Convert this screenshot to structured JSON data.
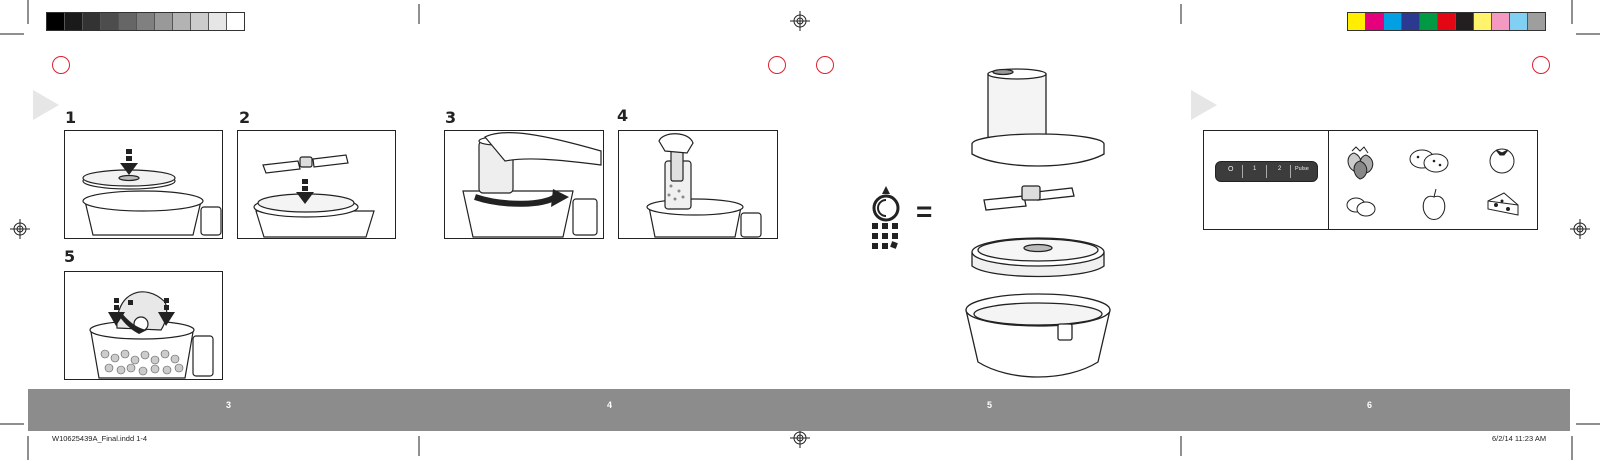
{
  "print_marks": {
    "grayscale_swatches": [
      "#000000",
      "#1a1a1a",
      "#333333",
      "#4d4d4d",
      "#666666",
      "#808080",
      "#999999",
      "#b3b3b3",
      "#cccccc",
      "#e6e6e6",
      "#ffffff"
    ],
    "color_swatches": [
      "#ffee00",
      "#e6007e",
      "#00a0e3",
      "#2b3990",
      "#009a44",
      "#e30613",
      "#231f20",
      "#fff36b",
      "#f49ac1",
      "#7fd0f2",
      "#9e9e9e"
    ],
    "accent_red": "#e02030"
  },
  "steps": [
    {
      "label": "1"
    },
    {
      "label": "2"
    },
    {
      "label": "3"
    },
    {
      "label": "4"
    },
    {
      "label": "5"
    }
  ],
  "equals_sign": "=",
  "control_panel": {
    "dial_labels": [
      "O",
      "1",
      "2",
      "Pulse"
    ],
    "food_icons": [
      "strawberries-icon",
      "potatoes-icon",
      "tomato-icon",
      "eggs-icon",
      "apple-icon",
      "cheese-icon"
    ]
  },
  "page_numbers": [
    "3",
    "4",
    "5",
    "6"
  ],
  "slug": {
    "file": "W10625439A_Final.indd   1-4",
    "date": "6/2/14   11:23 AM"
  }
}
